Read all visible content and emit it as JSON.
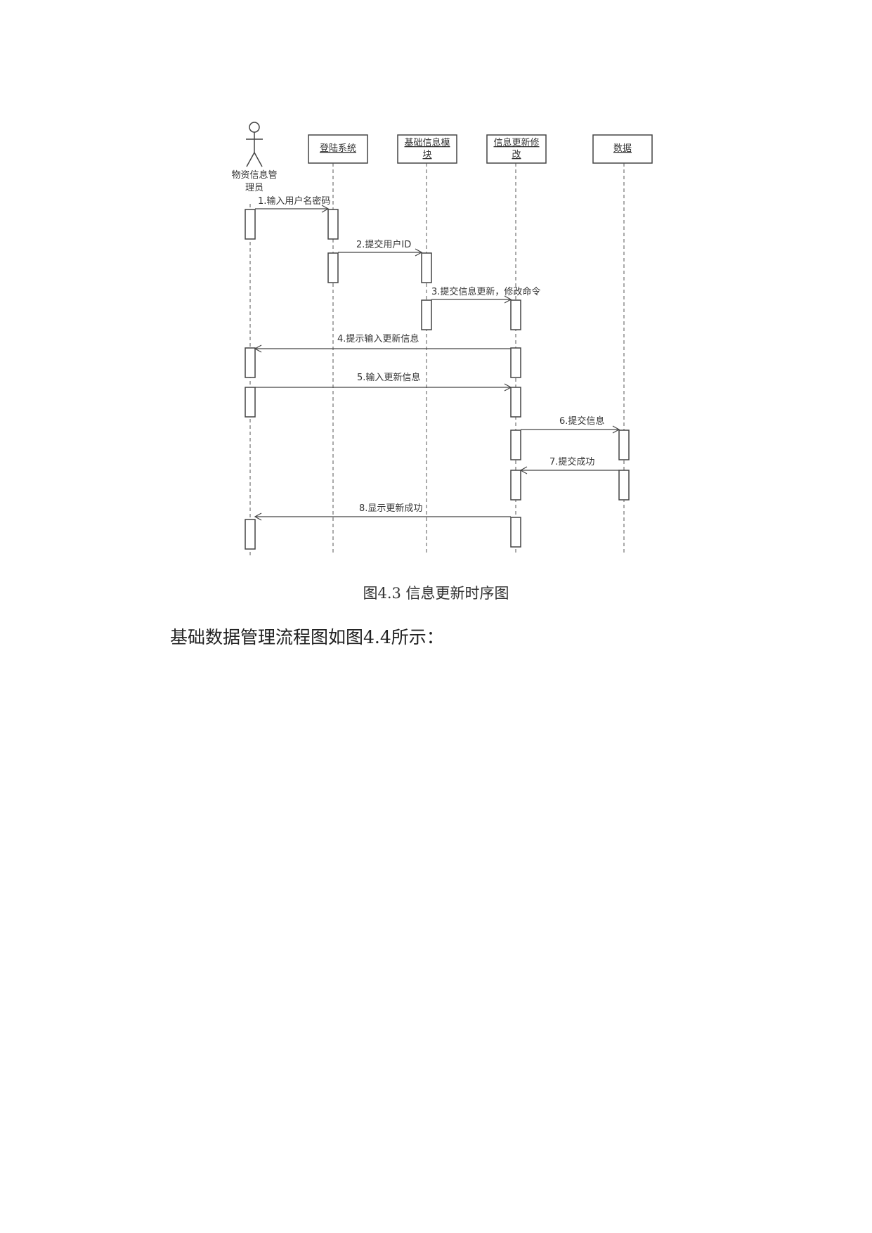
{
  "diagram": {
    "actor": {
      "label_line1": "物资信息管",
      "label_line2": "理员"
    },
    "lifelines": [
      {
        "id": "login",
        "label_line1": "登陆系统",
        "label_line2": ""
      },
      {
        "id": "basic",
        "label_line1": "基础信息模",
        "label_line2": "块"
      },
      {
        "id": "update",
        "label_line1": "信息更新修",
        "label_line2": "改"
      },
      {
        "id": "data",
        "label_line1": "数据",
        "label_line2": ""
      }
    ],
    "messages": [
      {
        "num": 1,
        "label": "1.输入用户名密码",
        "from": "actor",
        "to": "login"
      },
      {
        "num": 2,
        "label": "2.提交用户ID",
        "from": "login",
        "to": "basic"
      },
      {
        "num": 3,
        "label": "3.提交信息更新，修改命令",
        "from": "basic",
        "to": "update"
      },
      {
        "num": 4,
        "label": "4.提示输入更新信息",
        "from": "update",
        "to": "actor"
      },
      {
        "num": 5,
        "label": "5.输入更新信息",
        "from": "actor",
        "to": "update"
      },
      {
        "num": 6,
        "label": "6.提交信息",
        "from": "update",
        "to": "data"
      },
      {
        "num": 7,
        "label": "7.提交成功",
        "from": "data",
        "to": "update"
      },
      {
        "num": 8,
        "label": "8.显示更新成功",
        "from": "update",
        "to": "actor"
      }
    ]
  },
  "caption": "图4.3 信息更新时序图",
  "body_text": "基础数据管理流程图如图4.4所示："
}
